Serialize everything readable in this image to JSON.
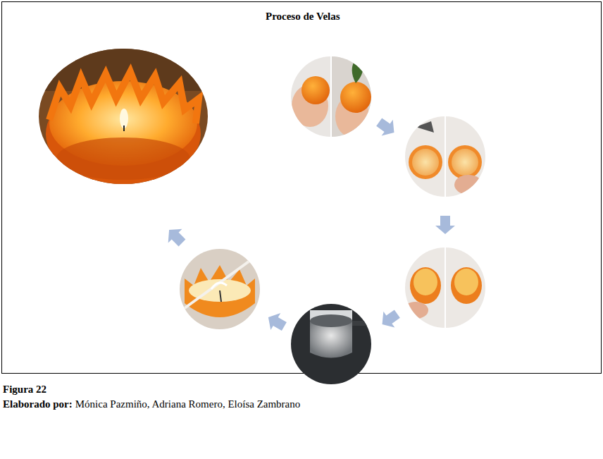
{
  "diagram": {
    "title": "Proceso de Velas",
    "caption": "Figura 22",
    "labels": [
      "Elaborado por:",
      "Mónica Pazmiño, Adriana Romero, Eloísa Zambrano"
    ]
  }
}
